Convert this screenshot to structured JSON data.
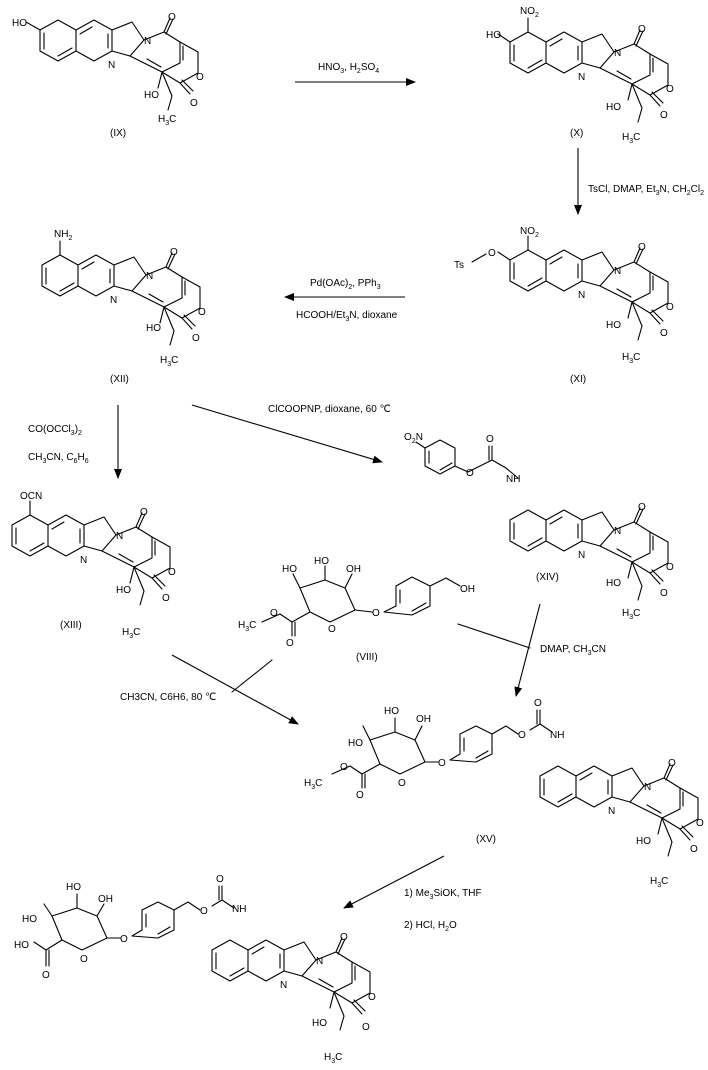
{
  "compounds": {
    "IX": {
      "label": "(IX)"
    },
    "X": {
      "label": "(X)"
    },
    "XI": {
      "label": "(XI)"
    },
    "XII": {
      "label": "(XII)"
    },
    "XIII": {
      "label": "(XIII)"
    },
    "XIV": {
      "label": "(XIV)"
    },
    "VIII": {
      "label": "(VIII)"
    },
    "XV": {
      "label": "(XV)"
    }
  },
  "conditions": {
    "step1": "HNO3, H2SO4",
    "step2": "TsCl, DMAP, Et3N, CH2Cl2",
    "step3_line1": "Pd(OAc)2, PPh3",
    "step3_line2": "HCOOH/Et3N, dioxane",
    "step4_line1": "CO(OCCl3)2",
    "step4_line2": "CH3CN, C6H6",
    "step5": "ClCOOPNP, dioxane, 60 ℃",
    "step6": "CH3CN, C6H6, 80 ℃",
    "step7": "DMAP, CH3CN",
    "step8_line1": "1) Me3SiOK, THF",
    "step8_line2": "2) HCl, H2O"
  },
  "atoms": {
    "HO": "HO",
    "OH": "OH",
    "O": "O",
    "N": "N",
    "NH": "NH",
    "NH2": "NH2",
    "NO2": "NO2",
    "Ts": "Ts",
    "OCN": "OCN",
    "H3C": "H3C",
    "Me_ester": "H3C"
  }
}
